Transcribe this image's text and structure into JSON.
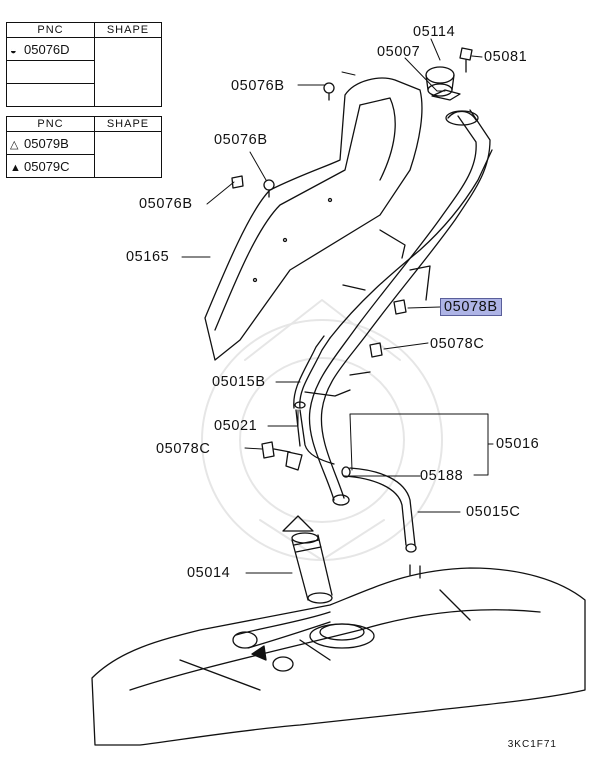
{
  "legend1": {
    "headers": [
      "PNC",
      "SHAPE"
    ],
    "rows": [
      {
        "symbol": "◒",
        "pnc": "05076D"
      },
      {
        "symbol": "",
        "pnc": ""
      },
      {
        "symbol": "",
        "pnc": ""
      }
    ]
  },
  "legend2": {
    "headers": [
      "PNC",
      "SHAPE"
    ],
    "rows": [
      {
        "symbol": "△",
        "pnc": "05079B"
      },
      {
        "symbol": "▲",
        "pnc": "05079C"
      }
    ]
  },
  "callouts": {
    "c05114": "05114",
    "c05007": "05007",
    "c05081": "05081",
    "c05076b_top": "05076B",
    "c05076b_mid": "05076B",
    "c05076b_left": "05076B",
    "c05165": "05165",
    "c05078b": "05078B",
    "c05078c_right": "05078C",
    "c05015b": "05015B",
    "c05021": "05021",
    "c05016": "05016",
    "c05078c_left": "05078C",
    "c05188": "05188",
    "c05015c": "05015C",
    "c05014": "05014"
  },
  "highlight_color": "#aeb4e6",
  "diagram_code": "3KC1F71"
}
